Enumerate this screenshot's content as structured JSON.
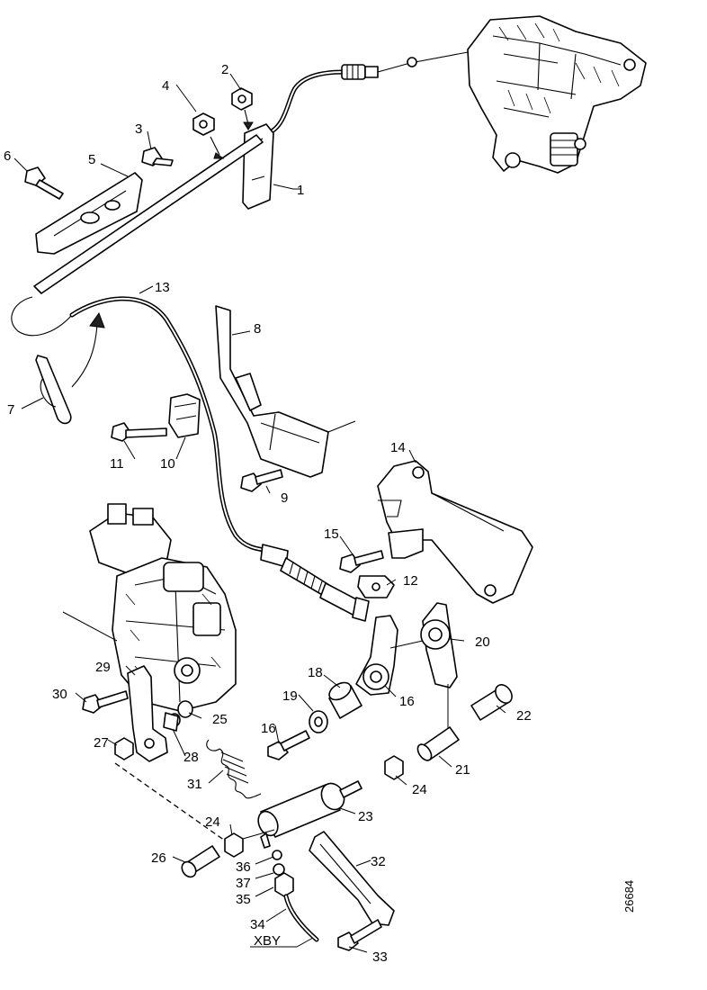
{
  "labels": {
    "p1": "1",
    "p2": "2",
    "p3": "3",
    "p4": "4",
    "p5": "5",
    "p6": "6",
    "p7": "7",
    "p8": "8",
    "p9": "9",
    "p10": "10",
    "p11": "11",
    "p12": "12",
    "p13": "13",
    "p14": "14",
    "p15": "15",
    "p16a": "16",
    "p16b": "16",
    "p18": "18",
    "p19": "19",
    "p20": "20",
    "p21": "21",
    "p22": "22",
    "p23": "23",
    "p24a": "24",
    "p24b": "24",
    "p25": "25",
    "p26": "26",
    "p27": "27",
    "p28": "28",
    "p29": "29",
    "p30": "30",
    "p31": "31",
    "p32": "32",
    "p33": "33",
    "p34": "34",
    "p35": "35",
    "p36": "36",
    "p37": "37"
  },
  "variant_label": "XBY",
  "figure_ref": "26684"
}
